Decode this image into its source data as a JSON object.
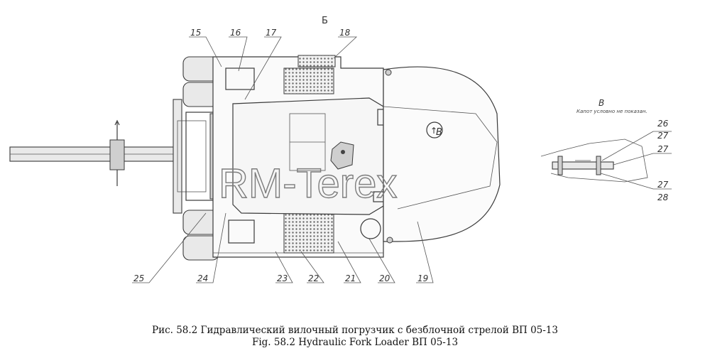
{
  "view_label": "Б",
  "callouts": [
    "15",
    "16",
    "17",
    "18",
    "19",
    "20",
    "21",
    "22",
    "23",
    "24",
    "25",
    "26",
    "27",
    "27",
    "27",
    "28"
  ],
  "detail": {
    "label": "В",
    "note": "Капот условно не показан."
  },
  "inset_mark": "В",
  "watermark": "RM-Terex",
  "caption": {
    "ru": "Рис. 58.2  Гидравлический вилочный погрузчик с безблочной стрелой ВП 05-13",
    "en": "Fig. 58.2  Hydraulic Fork Loader ВП 05-13"
  }
}
